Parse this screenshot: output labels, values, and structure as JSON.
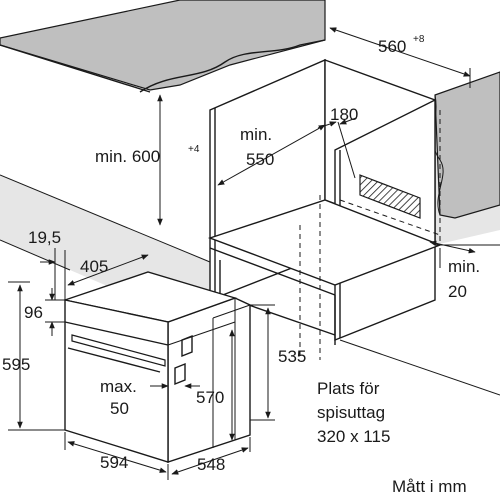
{
  "labels": {
    "depth_niche": "560",
    "depth_niche_tol": "+8",
    "height_niche_prefix": "min. 600",
    "height_niche_tol": "+4",
    "width_niche_line1": "min.",
    "width_niche_line2": "550",
    "socket_width": "180",
    "side_gap_line1": "min.",
    "side_gap_line2": "20",
    "front_thickness": "19,5",
    "frame_depth": "405",
    "top_offset": "96",
    "total_height": "595",
    "body_height": "535",
    "inner_height": "570",
    "clearance_line1": "max.",
    "clearance_line2": "50",
    "total_width": "594",
    "total_depth": "548",
    "socket_note_line1": "Plats för",
    "socket_note_line2": "spisuttag",
    "socket_note_line3": "320 x 115",
    "units_note": "Mått i mm"
  },
  "colors": {
    "line": "#1a1a1a",
    "counter": "#bfbfbf",
    "wall": "#e6e6e6"
  }
}
